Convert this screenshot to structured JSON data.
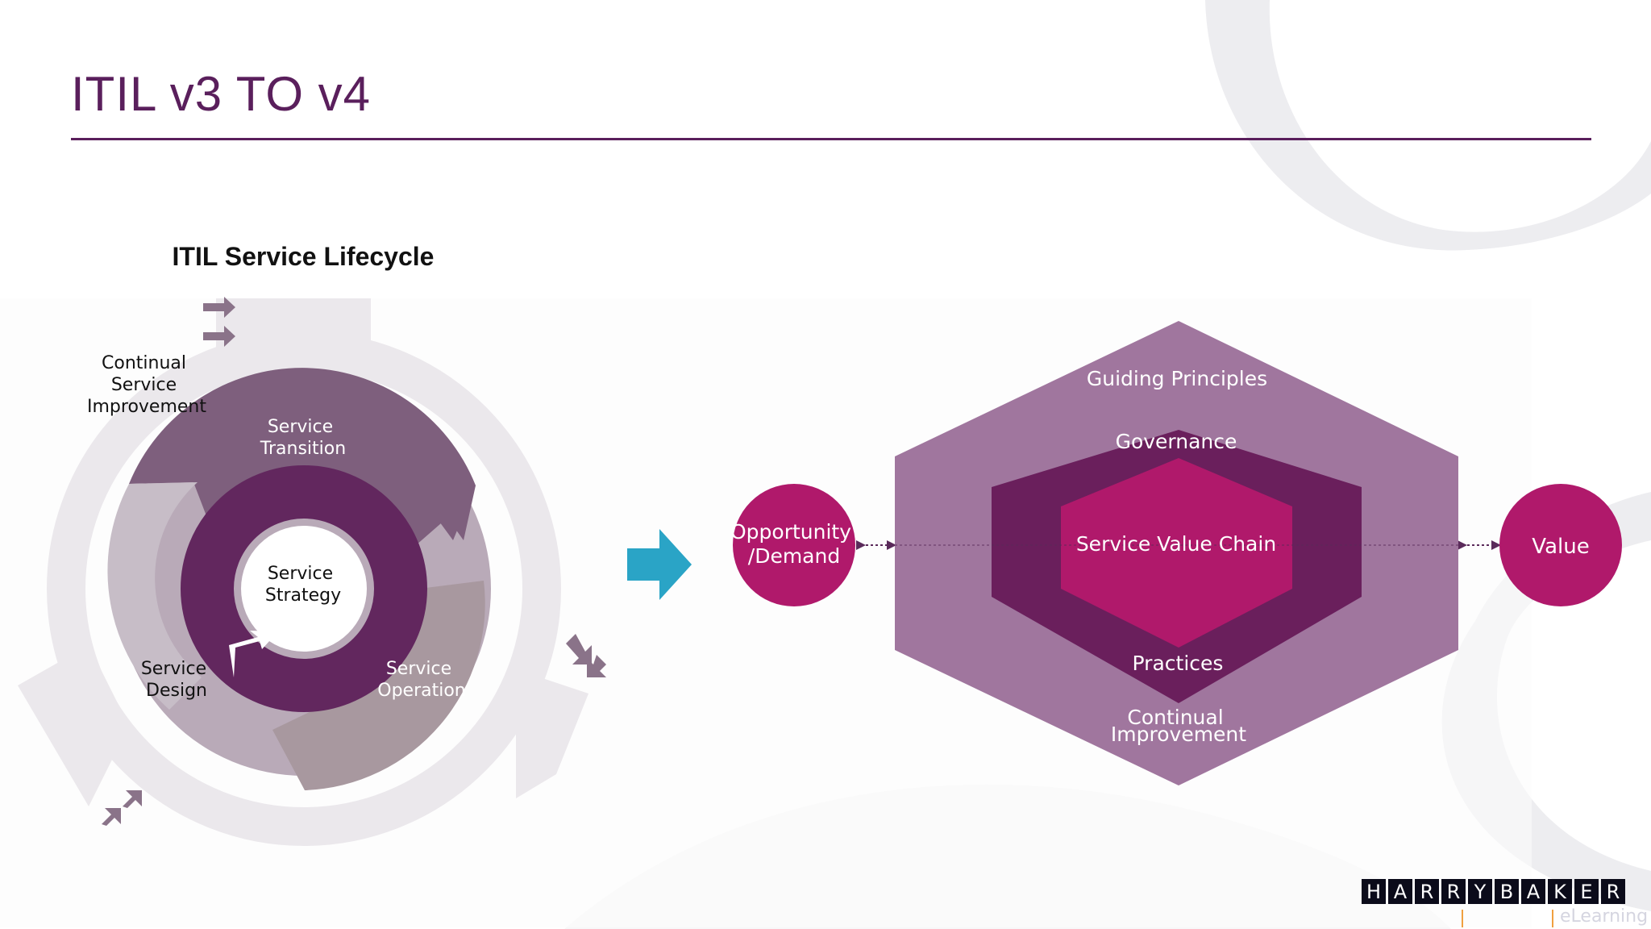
{
  "title": "ITIL v3 TO v4",
  "lifecycle": {
    "heading": "ITIL Service Lifecycle",
    "csi_label": [
      "Continual",
      "Service",
      "Improvement"
    ],
    "transition_label": [
      "Service",
      "Transition"
    ],
    "design_label": [
      "Service",
      "Design"
    ],
    "operation_label": [
      "Service",
      "Operation"
    ],
    "strategy_label": [
      "Service",
      "Strategy"
    ]
  },
  "svs": {
    "opportunity": [
      "Opportunity",
      "/Demand"
    ],
    "value": "Value",
    "guiding_principles": "Guiding Principles",
    "governance": "Governance",
    "value_chain": "Service Value Chain",
    "practices": "Practices",
    "continual_improvement": [
      "Continual",
      "Improvement"
    ]
  },
  "logo": {
    "letters": [
      "H",
      "A",
      "R",
      "R",
      "Y",
      "B",
      "A",
      "K",
      "E",
      "R"
    ],
    "subtitle": "eLearning"
  },
  "colors": {
    "title": "#5a1f5c",
    "outer_hexagon": "#a0769e",
    "middle_hexagon": "#6a1f5c",
    "inner_hexagon": "#b0196b",
    "circles": "#b0196b",
    "lifecycle_ring": "#62275e",
    "arrow": "#2aa4c6"
  }
}
